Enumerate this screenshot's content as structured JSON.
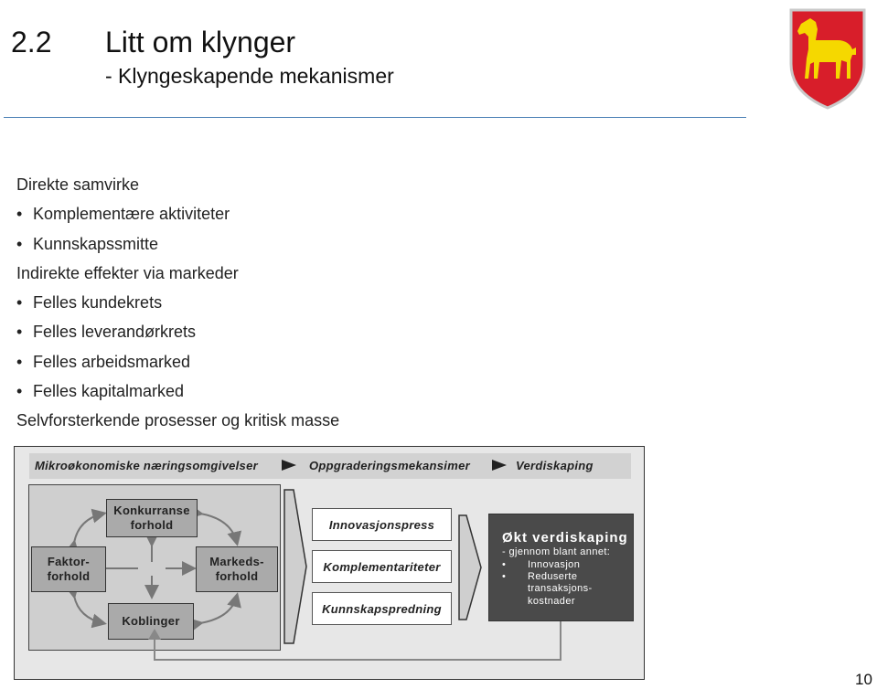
{
  "header": {
    "section_number": "2.2",
    "title": "Litt om klynger",
    "subtitle": "- Klyngeskapende mekanismer"
  },
  "list": [
    {
      "text": "Direkte samvirke",
      "bullet": false
    },
    {
      "text": "Komplementære aktiviteter",
      "bullet": true
    },
    {
      "text": "Kunnskapssmitte",
      "bullet": true
    },
    {
      "text": "Indirekte effekter via markeder",
      "bullet": false
    },
    {
      "text": "Felles kundekrets",
      "bullet": true
    },
    {
      "text": "Felles leverandørkrets",
      "bullet": true
    },
    {
      "text": "Felles arbeidsmarked",
      "bullet": true
    },
    {
      "text": "Felles kapitalmarked",
      "bullet": true
    },
    {
      "text": "Selvforsterkende prosesser og kritisk masse",
      "bullet": false
    }
  ],
  "diagram": {
    "band": {
      "stage1": "Mikroøkonomiske næringsomgivelser",
      "stage2": "Oppgraderingsmekansimer",
      "stage3": "Verdiskaping"
    },
    "diamond": {
      "top": "Konkurranse forhold",
      "left": "Faktor- forhold",
      "right": "Markeds- forhold",
      "bottom": "Koblinger"
    },
    "mechanisms": [
      "Innovasjonspress",
      "Komplementariteter",
      "Kunnskapspredning"
    ],
    "outcome": {
      "heading": "Økt verdiskaping",
      "sub": "- gjennom blant annet:",
      "bullet1": "Innovasjon",
      "bullet2": "Reduserte",
      "bullet2_cont1": "transaksjons-",
      "bullet2_cont2": "kostnader"
    }
  },
  "page_number": "10",
  "colors": {
    "crest_red": "#d81e2a",
    "crest_yellow": "#f5d800",
    "rule_blue": "#4a7fb5"
  }
}
